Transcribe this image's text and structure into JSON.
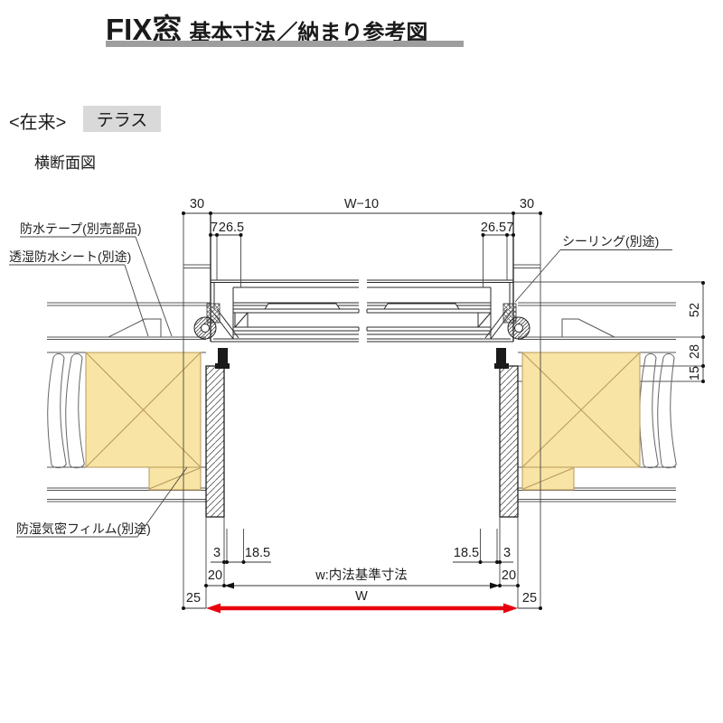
{
  "header": {
    "title_main": "FIX窓",
    "title_sub": "基本寸法／納まり参考図"
  },
  "tags": {
    "construction": "<在来>",
    "type_chip": "テラス",
    "view": "横断面図"
  },
  "labels": {
    "waterproof_tape": "防水テープ(別売部品)",
    "breathable_sheet": "透湿防水シート(別途)",
    "sealing": "シーリング(別途)",
    "moisture_film": "防湿気密フィルム(別途)"
  },
  "dims": {
    "top_left": "30",
    "top_center": "W−10",
    "top_right": "30",
    "sub_left_a": "7",
    "sub_left_b": "26.5",
    "sub_right_a": "26.5",
    "sub_right_b": "7",
    "side_top": "52",
    "side_mid": "28",
    "side_bot": "15",
    "bot_small_left_a": "3",
    "bot_small_left_b": "18.5",
    "bot_small_right_a": "18.5",
    "bot_small_right_b": "3",
    "bot_20_left": "20",
    "bot_20_right": "20",
    "inner_width": "w:内法基準寸法",
    "bot_25_left": "25",
    "bot_25_right": "25",
    "overall_width": "W"
  },
  "colors": {
    "accent_red": "#e8000d",
    "wood_fill": "#f8e4a4",
    "wood_line": "#b8985c",
    "chip_bg": "#d9d9d9",
    "title_bar": "#9e9e9e"
  }
}
